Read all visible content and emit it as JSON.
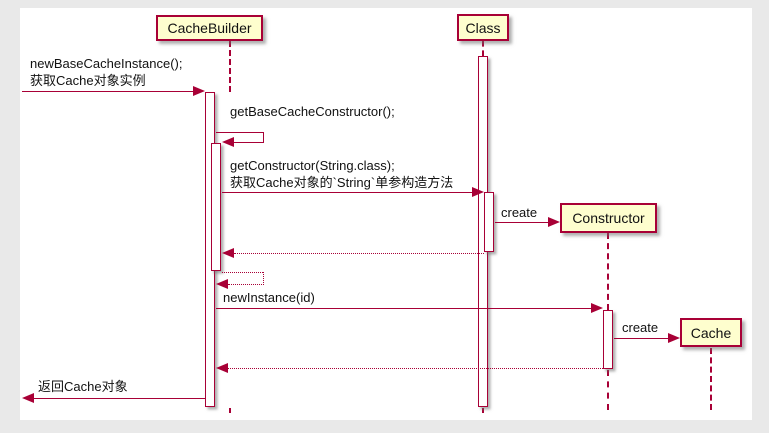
{
  "diagram": {
    "kind": "uml-sequence-diagram",
    "participants": [
      {
        "id": "cachebuilder",
        "label": "CacheBuilder"
      },
      {
        "id": "class",
        "label": "Class"
      },
      {
        "id": "constructor",
        "label": "Constructor",
        "created_by": "create"
      },
      {
        "id": "cache",
        "label": "Cache",
        "created_by": "create"
      }
    ],
    "messages": [
      {
        "seq": 1,
        "label": "newBaseCacheInstance();",
        "label2": "获取Cache对象实例",
        "from": "[incoming]",
        "to": "CacheBuilder",
        "line": "solid"
      },
      {
        "seq": 2,
        "label": "getBaseCacheConstructor();",
        "from": "CacheBuilder",
        "to": "CacheBuilder",
        "line": "solid-self"
      },
      {
        "seq": 3,
        "label": "getConstructor(String.class);",
        "label2": "获取Cache对象的`String`单参构造方法",
        "from": "CacheBuilder",
        "to": "Class",
        "line": "solid"
      },
      {
        "seq": 4,
        "label": "create",
        "from": "Class",
        "to": "Constructor",
        "line": "solid"
      },
      {
        "seq": 5,
        "label": "",
        "from": "Class",
        "to": "CacheBuilder",
        "line": "dotted-return"
      },
      {
        "seq": 6,
        "label": "",
        "from": "CacheBuilder",
        "to": "CacheBuilder",
        "line": "dotted-self-return"
      },
      {
        "seq": 7,
        "label": "newInstance(id)",
        "from": "CacheBuilder",
        "to": "Constructor",
        "line": "solid"
      },
      {
        "seq": 8,
        "label": "create",
        "from": "Constructor",
        "to": "Cache",
        "line": "solid"
      },
      {
        "seq": 9,
        "label": "",
        "from": "Constructor",
        "to": "CacheBuilder",
        "line": "dotted-return"
      },
      {
        "seq": 10,
        "label": "返回Cache对象",
        "from": "CacheBuilder",
        "to": "[outgoing]",
        "line": "solid"
      }
    ]
  },
  "colors": {
    "accent": "#A80036",
    "participant_fill": "#FEFECE",
    "page_bg": "#E9E9E9",
    "diagram_bg": "#FFFFFF",
    "text": "#111111"
  }
}
